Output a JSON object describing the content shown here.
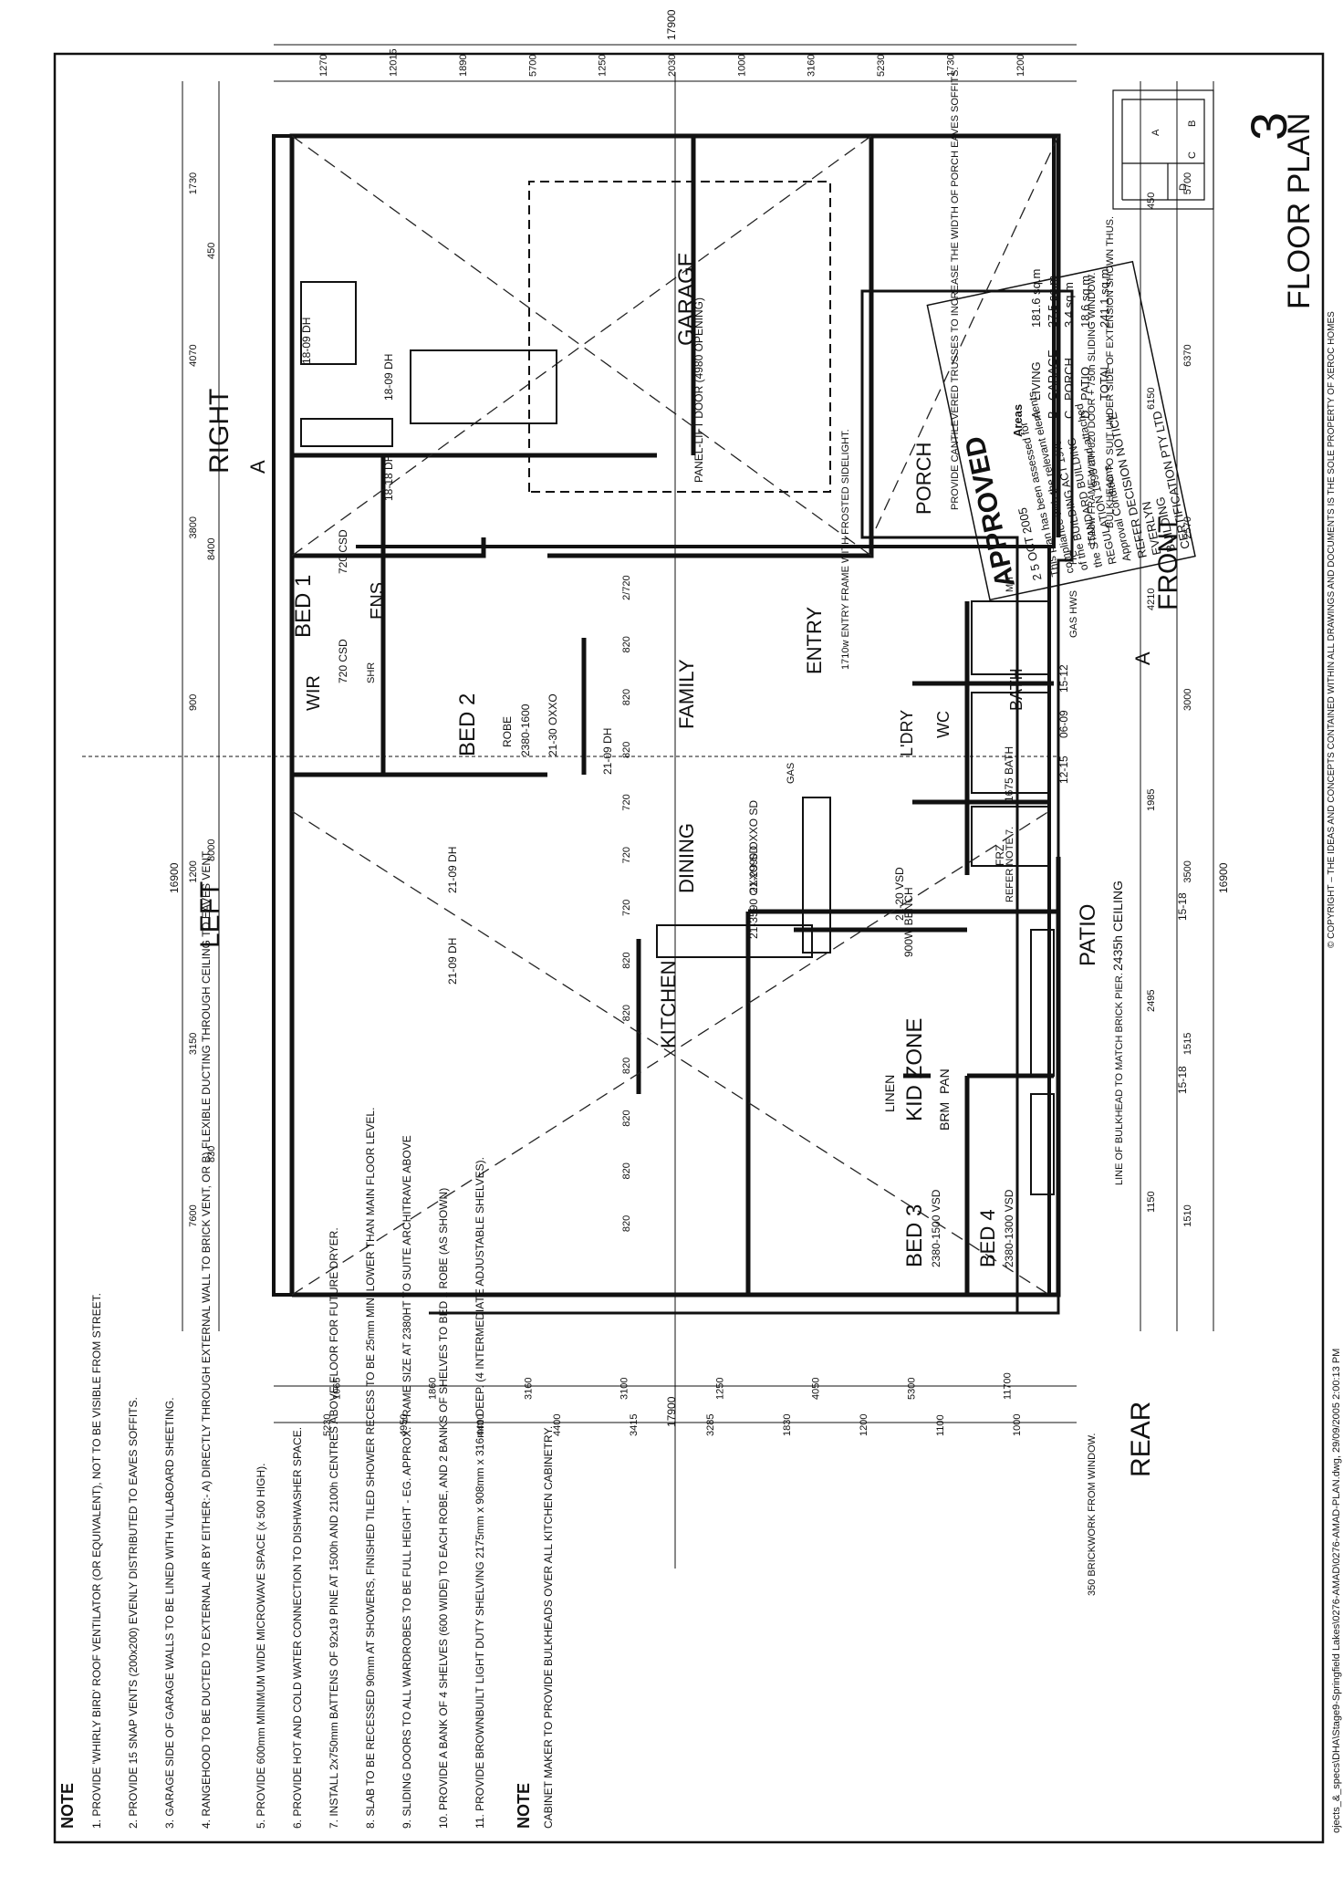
{
  "copyright": "© COPYRIGHT – THE IDEAS AND CONCEPTS CONTAINED WITHIN ALL DRAWINGS AND DOCUMENTS IS THE SOLE PROPERTY OF XEROC HOMES",
  "footer_path": "ojects_&_specs\\DHA\\Stage9-Springfield Lakes\\0276-AMAD\\0276-AMAD-PLAN.dwg, 29/09/2005 2:00:13 PM",
  "sheet": {
    "number": "3",
    "title": "FLOOR PLAN"
  },
  "areas": {
    "heading": "Areas",
    "rows": [
      {
        "key": "A",
        "name": "LIVING",
        "value": "181.6 sq.m"
      },
      {
        "key": "B",
        "name": "GARAGE",
        "value": "37.5 sq.m"
      },
      {
        "key": "C",
        "name": "PORCH",
        "value": "3.4 sq.m"
      },
      {
        "key": "D",
        "name": "PATIO",
        "value": "18.6 sq.m"
      }
    ],
    "total_label": "TOTAL",
    "total_value": "241.1 sq.m"
  },
  "key_plan": [
    "D",
    "A",
    "B",
    "C"
  ],
  "stamp": {
    "approved": "APPROVED",
    "date": "2 5 OCT 2005",
    "lines": [
      "This plan has been assessed for",
      "compliance with the relevant elements",
      "of the BUILDING ACT 1975",
      "the STANDARD BUILDING",
      "REGULATION 1993 and attached",
      "Approval Conditions",
      "REFER DECISION NOTICE",
      "EVERLYN",
      "BUILDING",
      "CERTIFICATION PTY LTD"
    ]
  },
  "orientation": {
    "front": "FRONT",
    "rear": "REAR",
    "left": "LEFT",
    "right": "RIGHT"
  },
  "section_marks": [
    "A",
    "A"
  ],
  "rooms": {
    "garage": "GARAGE",
    "garage_door": "PANEL-LIFT DOOR (4980 OPENING)",
    "porch": "PORCH",
    "porch_note": "PROVIDE CANTILEVERED TRUSSES TO INCREASE THE WIDTH OF PORCH EAVES SOFFITS.",
    "entry": "ENTRY",
    "entry_frame": "1710w ENTRY FRAME WITH FROSTED SIDELIGHT.",
    "bed1": "BED 1",
    "bed2": "BED 2",
    "bed3": "BED 3",
    "bed4": "BED 4",
    "ens": "ENS.",
    "wir": "WIR",
    "family": "FAMILY",
    "dining": "DINING",
    "kitchen": "KITCHEN",
    "bench": "900W BENCH",
    "kid_zone": "KID ZONE",
    "patio": "PATIO",
    "patio_ceiling": "2435h CEILING",
    "ldry": "L'DRY",
    "wc": "WC",
    "bath": "BATH",
    "linen": "LINEN",
    "pan": "PAN",
    "brm": "BRM",
    "robe": "ROBE",
    "bath_size": "1675 BATH",
    "frz": "FRZ",
    "refer_note": "REFER NOTE 7.",
    "gas_hws": "GAS HWS",
    "hc": "HC",
    "mh": "MH",
    "shr": "SHR",
    "gas": "GAS"
  },
  "windows": {
    "bed3_top": "2380-1500 VSD",
    "bed4_top": "2380-1300 VSD",
    "ldry": "12-15",
    "wc": "06-09",
    "bath": "15-12",
    "hall": "21-20 VSD",
    "kidzone": "21-3590 OXXO SD",
    "patio_sd": "21-2990 OXXO SD",
    "family": "21-30 OXXO",
    "bed2": "21-09 DH",
    "bed2_robe": "2380-1600",
    "bed1": "18-18 DH",
    "porch_w": "18-09 DH",
    "ens_w": "18-09 DH",
    "family_w1": "21-09 DH",
    "family_w2": "21-09 DH",
    "wir_robe": "720 CSD",
    "ens_door": "720 CSD",
    "side": "15-18",
    "bed3_side": "15-18",
    "frame_note": "1518w FRAME WITH 820 DOOR + 750h SLIDING WINDOW.",
    "bulkhead_note": "BULKHEAD TO SUIT UNDER SIDE OF EXTENSION SHOWN THUS.",
    "brick_pier": "LINE OF BULKHEAD TO MATCH BRICK PIER.",
    "brickwork_note": "350 BRICKWORK FROM WINDOW."
  },
  "dims": {
    "overall_w": "16900",
    "overall_w2": "16900",
    "overall_d": "17900",
    "overall_d2": "17900",
    "front_segments": [
      "1150",
      "2495",
      "1985",
      "4210",
      "6150",
      "450"
    ],
    "front_inner": [
      "1510",
      "1515",
      "3500",
      "3000",
      "2570",
      "6370",
      "5700"
    ],
    "rear_segments": [
      "830",
      "8000",
      "8400",
      "450"
    ],
    "rear_inner": [
      "7600",
      "3150",
      "1200",
      "900",
      "3800",
      "4070",
      "1730"
    ],
    "left_segments": [
      "1065",
      "1860",
      "3160",
      "3100",
      "1250",
      "4050",
      "5300",
      "11700"
    ],
    "left_more": [
      "5230",
      "4950",
      "4400",
      "4400",
      "3415",
      "3285",
      "1830",
      "1200",
      "1100",
      "1000"
    ],
    "right_segments": [
      "1270",
      "12015",
      "1890",
      "5700",
      "1250",
      "2030",
      "1000",
      "3160",
      "5230",
      "1730",
      "1200"
    ],
    "doors": [
      "820",
      "820",
      "820",
      "820",
      "820",
      "820",
      "720",
      "720",
      "720",
      "820",
      "820",
      "820",
      "2/720"
    ]
  },
  "notes": {
    "heading": "NOTE",
    "items": [
      "1. PROVIDE 'WHIRLY BIRD' ROOF VENTILATOR (OR EQUIVALENT), NOT TO BE VISIBLE FROM STREET.",
      "2. PROVIDE 15 SNAP VENTS (200x200) EVENLY DISTRIBUTED TO EAVES SOFFITS.",
      "3. GARAGE SIDE OF GARAGE WALLS TO BE LINED WITH VILLABOARD SHEETING.",
      "4. RANGEHOOD TO BE DUCTED TO EXTERNAL AIR BY EITHER:- A) DIRECTLY THROUGH EXTERNAL WALL TO BRICK VENT, OR B) FLEXIBLE DUCTING THROUGH CEILING TO EAVES VENT.",
      "5. PROVIDE 600mm MINIMUM WIDE MICROWAVE SPACE (x 500 HIGH).",
      "6. PROVIDE HOT AND COLD WATER CONNECTION TO DISHWASHER SPACE.",
      "7. INSTALL 2x750mm BATTENS OF 92x19 PINE AT 1500h AND 2100h CENTRES ABOVE FLOOR FOR FUTURE DRYER.",
      "8. SLAB TO BE RECESSED 90mm AT SHOWERS, FINISHED TILED SHOWER RECESS TO BE 25mm MIN. LOWER THAN MAIN FLOOR LEVEL.",
      "9. SLIDING DOORS TO ALL WARDROBES TO BE FULL HEIGHT - EG. APPROX. FRAME SIZE AT 2380HT TO SUITE ARCHITRAVE ABOVE",
      "10. PROVIDE A BANK OF 4 SHELVES (600 WIDE) TO EACH ROBE, AND 2 BANKS OF SHELVES TO BED 1 ROBE (AS SHOWN)",
      "11. PROVIDE BROWNBUILT LIGHT DUTY SHELVING 2175mm x 908mm x 316mm DEEP. (4 INTERMEDIATE ADJUSTABLE SHELVES)."
    ],
    "heading2": "NOTE",
    "note2": "CABINET MAKER TO PROVIDE BULKHEADS OVER ALL KITCHEN CABINETRY."
  }
}
